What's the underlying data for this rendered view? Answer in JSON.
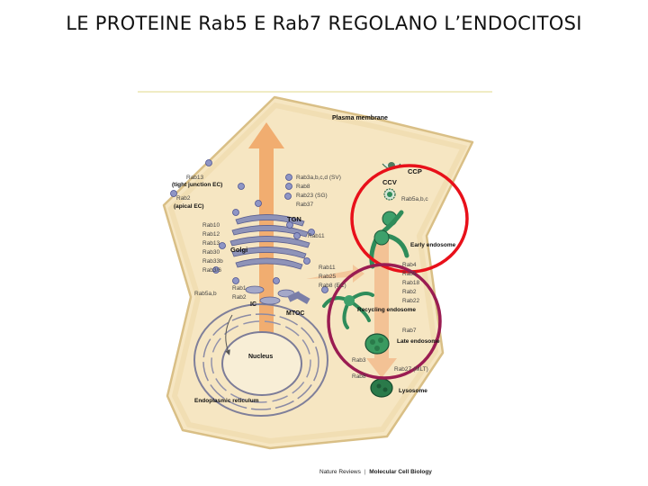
{
  "slide": {
    "title": "LE PROTEINE Rab5 E Rab7 REGOLANO L’ENDOCITOSI"
  },
  "diagram": {
    "organelles": {
      "plasma_membrane": "Plasma membrane",
      "ccp": "CCP",
      "ccv": "CCV",
      "early_endosome": "Early endosome",
      "recycling_endosome": "Recycling endosome",
      "late_endosome": "Late endosome",
      "lysosome": "Lysosome",
      "tgn": "TGN",
      "golgi": "Golgi",
      "ic": "IC",
      "mtoc": "MTOC",
      "nucleus": "Nucleus",
      "er": "Endoplasmic reticulum"
    },
    "rab_groups": {
      "tight_junction": [
        "Rab13",
        "(tight junction EC)"
      ],
      "apical": [
        "Rab2",
        "(apical EC)"
      ],
      "sv": [
        "Rab3a,b,c,d (SV)",
        "Rab8",
        "Rab23 (SG)",
        "Rab37"
      ],
      "golgi": [
        "Rab10",
        "Rab12",
        "Rab13",
        "Rab30",
        "Rab33b",
        "Rab3/6"
      ],
      "tgn": [
        "Rab11"
      ],
      "recycling": [
        "Rab11",
        "Rab25",
        "Rab8 (EC)"
      ],
      "ic": [
        "Rab1",
        "Rab2"
      ],
      "ic_side": [
        "Rab5a,b"
      ],
      "ccv": [
        "Rab5a,b,c"
      ],
      "early": [
        "Rab4",
        "Rab5",
        "Rab18",
        "Rab2",
        "Rab22"
      ],
      "late": [
        "Rab7"
      ],
      "lysosome": [
        "Rab3",
        "Rab8",
        "Rab27 (MLT)"
      ]
    },
    "highlight_colors": {
      "red_circle": "#e8101a",
      "purple_circle": "#9a1c52",
      "cell": "#f6e6c2",
      "arrow": "#f0a261",
      "endosome": "#2f8c5a"
    },
    "credit": {
      "journal": "Nature Reviews",
      "section": "Molecular Cell Biology",
      "separator": "|"
    }
  }
}
